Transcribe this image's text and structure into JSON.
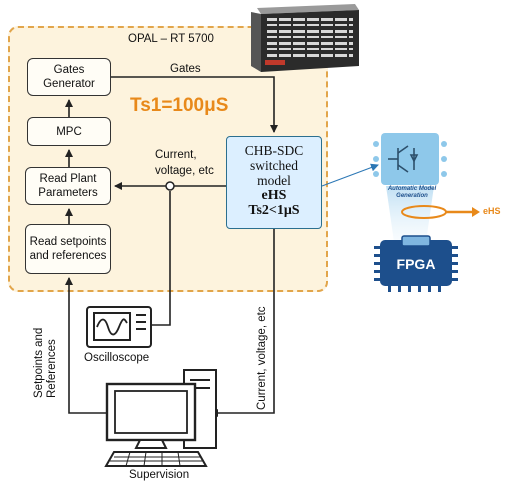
{
  "platform": {
    "title": "OPAL – RT 5700",
    "sample_time": "Ts1=100μS"
  },
  "blocks": {
    "gates_generator": "Gates Generator",
    "mpc": "MPC",
    "read_plant": "Read Plant Parameters",
    "read_setpoints": "Read setpoints and references"
  },
  "model": {
    "line1": "CHB-SDC",
    "line2": "switched",
    "line3": "model",
    "ehs": "eHS",
    "ts2": "Ts2<1μS"
  },
  "edges": {
    "gates": "Gates",
    "feedback": "Current, voltage, etc",
    "setpoints": "Setpoints and References",
    "current_voltage": "Current, voltage, etc"
  },
  "devices": {
    "oscilloscope": "Oscilloscope",
    "supervision": "Supervision"
  },
  "fpga": {
    "generation": "Automatic Model Generation",
    "chip": "FPGA",
    "output": "eHS"
  },
  "colors": {
    "accent": "#e8891a",
    "panel_bg": "#fdf3dd",
    "model_bg": "#dcefff",
    "fpga_blue": "#1d4f8c"
  }
}
